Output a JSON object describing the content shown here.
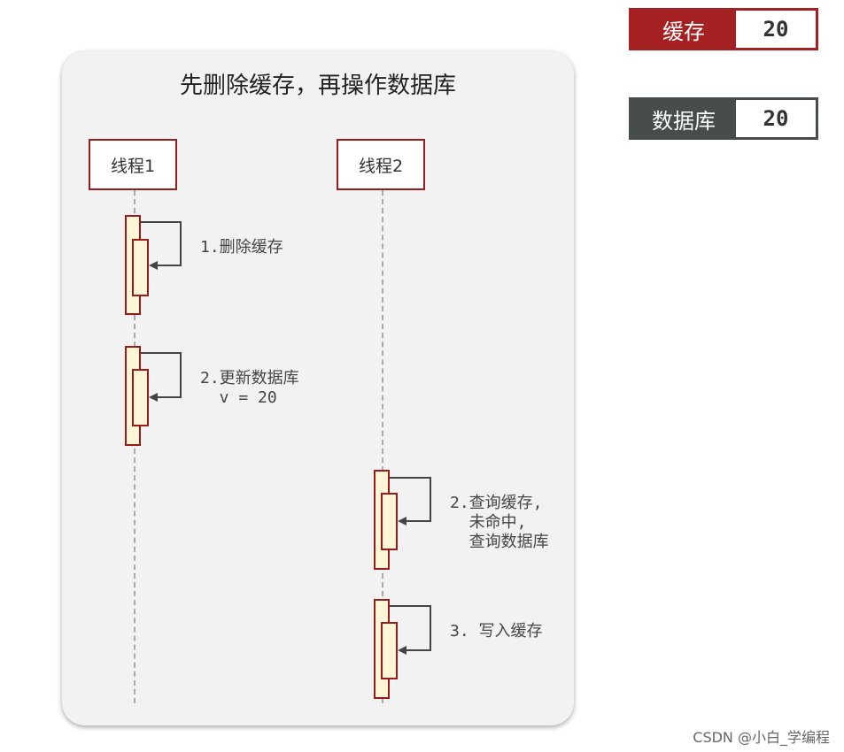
{
  "diagram": {
    "title": "先删除缓存，再操作数据库",
    "threads": [
      {
        "label": "线程1"
      },
      {
        "label": "线程2"
      }
    ],
    "steps": [
      {
        "label": "1.删除缓存"
      },
      {
        "label": "2.更新数据库\n  v = 20"
      },
      {
        "label": "2.查询缓存,\n  未命中,\n  查询数据库"
      },
      {
        "label": "3. 写入缓存"
      }
    ]
  },
  "legend": {
    "cache": {
      "label": "缓存",
      "value": "20",
      "color": "#a52121"
    },
    "db": {
      "label": "数据库",
      "value": "20",
      "color": "#474c4c"
    }
  },
  "watermark": "CSDN @小白_学编程",
  "colors": {
    "actor_border": "#9b1b1b",
    "activation_fill": "#fff6d8",
    "arrow": "#444444"
  }
}
